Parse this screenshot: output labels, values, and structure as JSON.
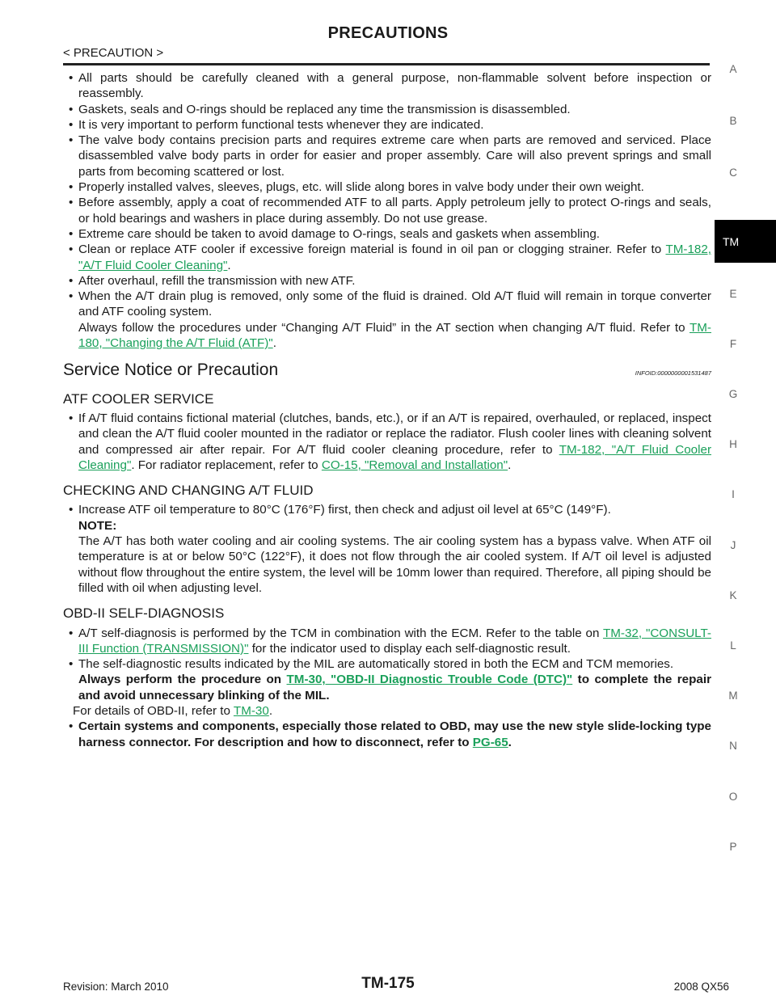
{
  "header": {
    "title": "PRECAUTIONS",
    "breadcrumb": "< PRECAUTION >"
  },
  "intro_bullets": [
    {
      "text": "All parts should be carefully cleaned with a general purpose, non-flammable solvent before inspection or reassembly."
    },
    {
      "text": "Gaskets, seals and O-rings should be replaced any time the transmission is disassembled."
    },
    {
      "text": "It is very important to perform functional tests whenever they are indicated."
    },
    {
      "text": "The valve body contains precision parts and requires extreme care when parts are removed and serviced. Place disassembled valve body parts in order for easier and proper assembly. Care will also prevent springs and small parts from becoming scattered or lost."
    },
    {
      "text": "Properly installed valves, sleeves, plugs, etc. will slide along bores in valve body under their own weight."
    },
    {
      "text": "Before assembly, apply a coat of recommended ATF to all parts. Apply petroleum jelly to protect O-rings and seals, or hold bearings and washers in place during assembly. Do not use grease."
    },
    {
      "text": "Extreme care should be taken to avoid damage to O-rings, seals and gaskets when assembling."
    },
    {
      "text": "Clean or replace ATF cooler if excessive foreign material is found in oil pan or clogging strainer. Refer to ",
      "link": "TM-182, \"A/T Fluid Cooler Cleaning\"",
      "after": "."
    },
    {
      "text": "After overhaul, refill the transmission with new ATF."
    },
    {
      "text": "When the A/T drain plug is removed, only some of the fluid is drained. Old A/T fluid will remain in torque converter and ATF cooling system.",
      "text2": "Always follow the procedures under “Changing A/T Fluid” in the AT section when changing A/T fluid. Refer to ",
      "link": "TM-180, \"Changing the A/T Fluid (ATF)\"",
      "after": "."
    }
  ],
  "section": {
    "title": "Service Notice or Precaution",
    "info_id": "INFOID:0000000001531487"
  },
  "atf_cooler": {
    "heading": "ATF COOLER SERVICE",
    "text1": "If A/T fluid contains fictional material (clutches, bands, etc.), or if an A/T is repaired, overhauled, or replaced, inspect and clean the A/T fluid cooler mounted in the radiator or replace the radiator. Flush cooler lines with cleaning solvent and compressed air after repair. For A/T fluid cooler cleaning procedure, refer to ",
    "link1": "TM-182, \"A/T Fluid Cooler Cleaning\"",
    "text2": ". For radiator replacement, refer to ",
    "link2": "CO-15, \"Removal and Installation\"",
    "after": "."
  },
  "checking": {
    "heading": "CHECKING AND CHANGING A/T FLUID",
    "text": "Increase ATF oil temperature to 80°C (176°F) first, then check and adjust oil level at 65°C (149°F).",
    "note_label": "NOTE:",
    "note": "The A/T has both water cooling and air cooling systems. The air cooling system has a bypass valve. When ATF oil temperature is at or below 50°C (122°F), it does not flow through the air cooled system. If A/T oil level is adjusted without flow throughout the entire system, the level will be 10mm lower than required. Therefore, all piping should be filled with oil when adjusting level."
  },
  "obd": {
    "heading": "OBD-II SELF-DIAGNOSIS",
    "b1_text": "A/T self-diagnosis is performed by the TCM in combination with the ECM. Refer to the table on ",
    "b1_link": "TM-32, \"CONSULT-III Function (TRANSMISSION)\"",
    "b1_after": " for the indicator used to display each self-diagnostic result.",
    "b2_text": "The self-diagnostic results indicated by the MIL are automatically stored in both the ECM and TCM memories.",
    "b2_bold1": "Always perform the procedure on ",
    "b2_link": "TM-30, \"OBD-II Diagnostic Trouble Code (DTC)\"",
    "b2_bold2": " to complete the repair and avoid unnecessary blinking of the MIL.",
    "details_text": "For details of OBD-II, refer to ",
    "details_link": "TM-30",
    "details_after": ".",
    "b3_bold": "Certain systems and components, especially those related to OBD, may use the new style slide-locking type harness connector. For description and how to disconnect, refer to ",
    "b3_link": "PG-65",
    "b3_after": "."
  },
  "side_index": [
    "A",
    "B",
    "C",
    "TM",
    "E",
    "F",
    "G",
    "H",
    "I",
    "J",
    "K",
    "L",
    "M",
    "N",
    "O",
    "P"
  ],
  "footer": {
    "revision": "Revision: March 2010",
    "page": "TM-175",
    "model": "2008 QX56"
  },
  "colors": {
    "link": "#1aa05a",
    "tab_bg": "#000000"
  }
}
